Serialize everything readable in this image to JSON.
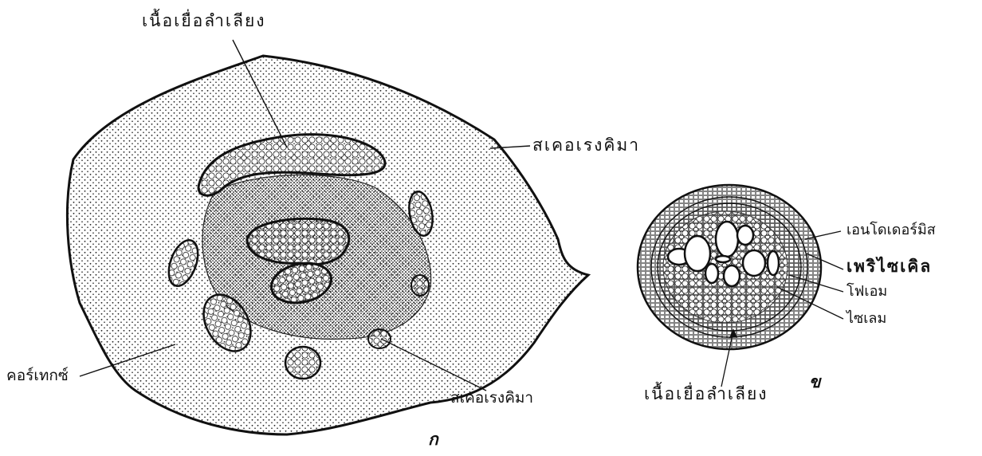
{
  "left_figure": {
    "part_label": "ก",
    "labels": {
      "vascular_tissue": "เนื้อเยื่อลำเลียง",
      "sclerenchyma_top": "สเคอเรงคิมา",
      "cortex": "คอร์เทกซ์",
      "sclerenchyma_bottom": "สเคอเรงคิมา"
    }
  },
  "right_figure": {
    "part_label": "ข",
    "labels": {
      "endodermis": "เอนโดเดอร์มิส",
      "pericycle": "เพริไซเคิล",
      "phloem": "โฟเอม",
      "xylem": "ไซเลม",
      "vascular_tissue": "เนื้อเยื่อลำเลียง"
    }
  },
  "colors": {
    "ink": "#111111",
    "paper": "#ffffff"
  }
}
